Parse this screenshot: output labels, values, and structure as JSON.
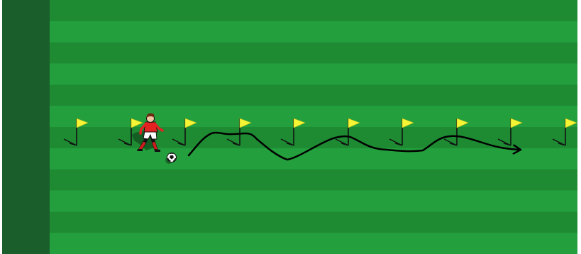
{
  "pitch": {
    "sideline_color": "#1a5e2c",
    "stripe_dark": "#1e8b33",
    "stripe_light": "#23a03d",
    "stripe_count": 12
  },
  "flags": {
    "count": 10,
    "pennant_color": "#f5f536",
    "pole_color": "#111111"
  },
  "player": {
    "shirt_color": "#e32222",
    "shorts_color": "#ffffff",
    "socks_color": "#d01c1c",
    "hair_color": "#6b2a14",
    "skin_color": "#f3c7a4"
  },
  "ball": {
    "icon": "soccer-ball-icon"
  },
  "dribble_path": {
    "stroke_color": "#000000",
    "arrow": "arrowhead"
  }
}
